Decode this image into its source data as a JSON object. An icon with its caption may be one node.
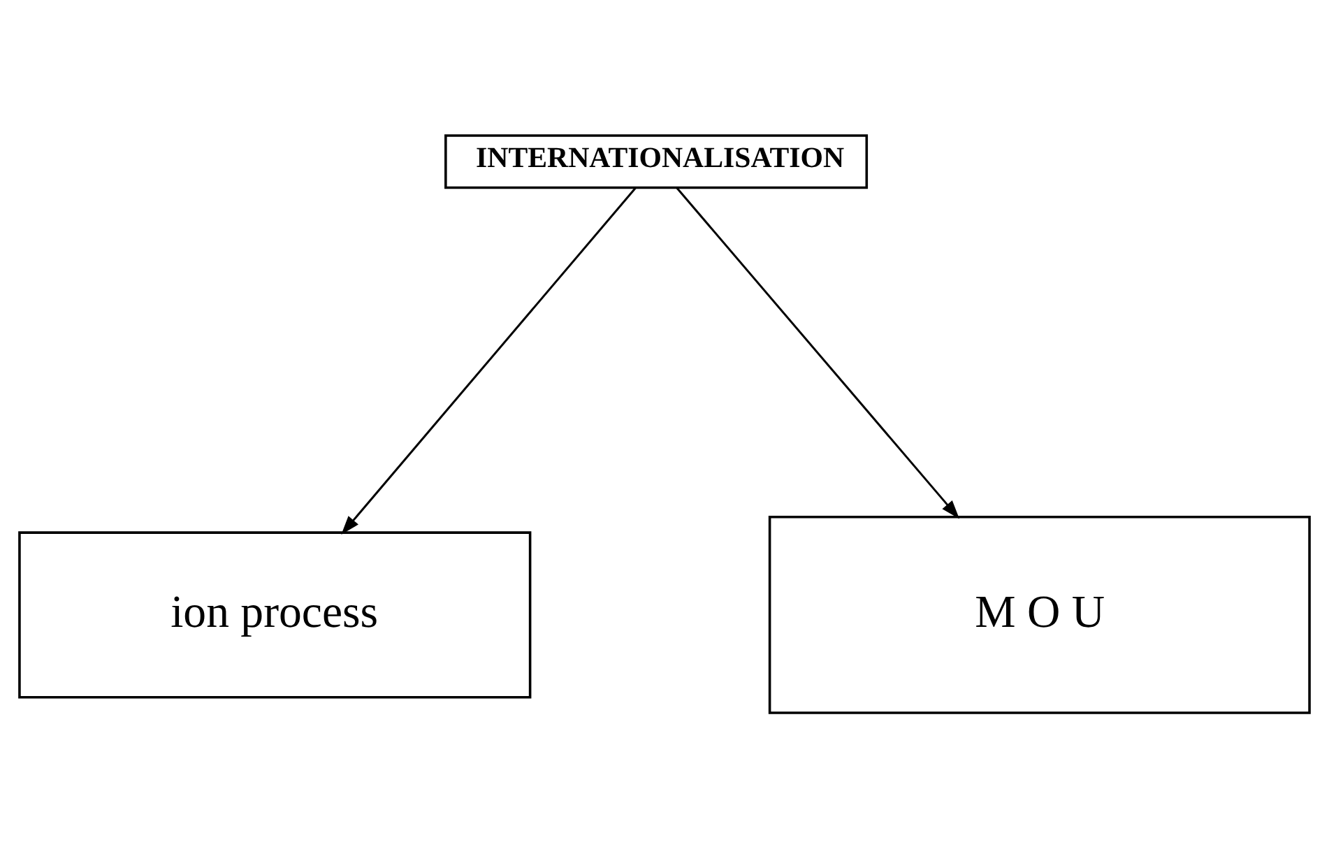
{
  "diagram": {
    "nodes": [
      {
        "text": [
          "INTERNATIONALISATION"
        ]
      },
      {
        "text": [
          "ion process"
        ]
      },
      {
        "text": [
          "M O U"
        ]
      }
    ],
    "edges": [
      {
        "from": 0,
        "to": 1,
        "arrow": "to"
      },
      {
        "from": 0,
        "to": 2,
        "arrow": "to"
      }
    ]
  }
}
